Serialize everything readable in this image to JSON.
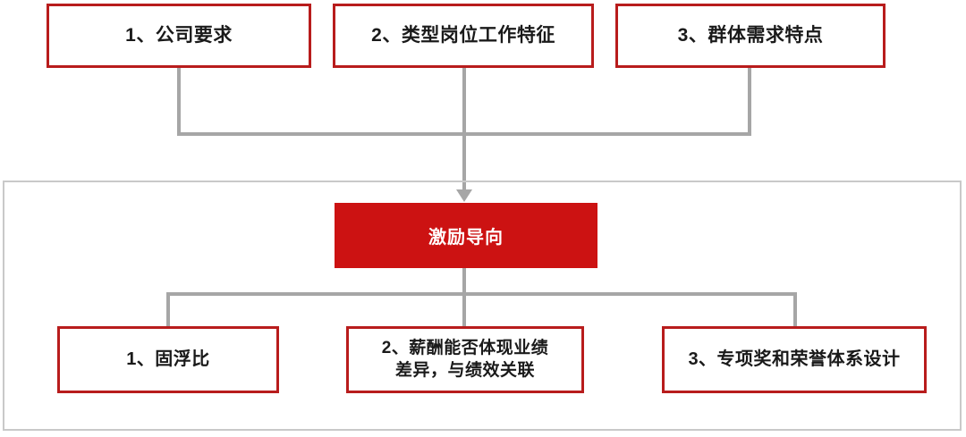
{
  "diagram": {
    "title_row": {
      "boxes": [
        {
          "id": "top-1",
          "label": "1、公司要求"
        },
        {
          "id": "top-2",
          "label": "2、类型岗位工作特征"
        },
        {
          "id": "top-3",
          "label": "3、群体需求特点"
        }
      ]
    },
    "center": {
      "label": "激励导向",
      "fill_color": "#CC1212",
      "text_color": "#FFFFFF"
    },
    "outcome_row": {
      "boxes": [
        {
          "id": "bottom-1",
          "label": "1、固浮比",
          "lines": [
            "1、固浮比"
          ]
        },
        {
          "id": "bottom-2",
          "label": "2、薪酬能否体现业绩差异，与绩效关联",
          "lines": [
            "2、薪酬能否体现业绩",
            "差异，与绩效关联"
          ]
        },
        {
          "id": "bottom-3",
          "label": "3、专项奖和荣誉体系设计",
          "lines": [
            "3、专项奖和荣誉体系设计"
          ]
        }
      ]
    },
    "colors": {
      "box_border": "#B81C1C",
      "accent_red": "#CC1212",
      "connector": "#A6A6A6",
      "container_border": "#C9C9C9",
      "text": "#1A1A1A",
      "background": "#FFFFFF"
    }
  }
}
